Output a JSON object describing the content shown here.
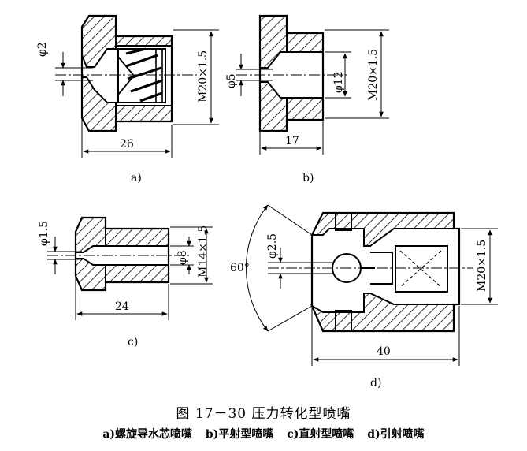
{
  "figure": {
    "title": "图 17－30    压力转化型喷嘴",
    "subcaptions": [
      "a)螺旋导水芯喷嘴",
      "b)平射型喷嘴",
      "c)直射型喷嘴",
      "d)引射喷嘴"
    ]
  },
  "panel_a": {
    "label": "a)",
    "dim_dia": "φ2",
    "dim_thread": "M20×1.5",
    "dim_length": "26"
  },
  "panel_b": {
    "label": "b)",
    "dim_dia_small": "φ5",
    "dim_dia_bore": "φ12",
    "dim_thread": "M20×1.5",
    "dim_length": "17"
  },
  "panel_c": {
    "label": "c)",
    "dim_dia": "φ1.5",
    "dim_bore": "φ8",
    "dim_thread": "M14×1.5",
    "dim_length": "24"
  },
  "panel_d": {
    "label": "d)",
    "dim_angle": "60°",
    "dim_dia": "φ2.5",
    "dim_thread": "M20×1.5",
    "dim_length": "40"
  }
}
